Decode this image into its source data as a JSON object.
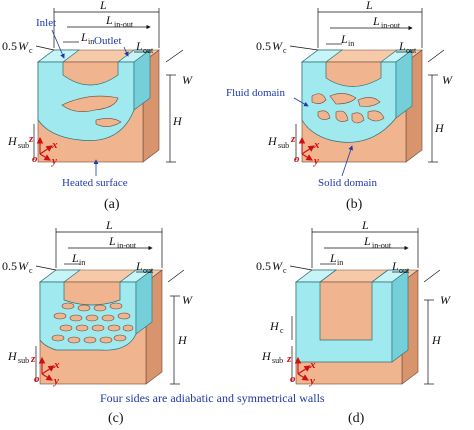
{
  "panels": {
    "a": {
      "label": "(a)",
      "dims": {
        "L": "L",
        "L_in_out": "L",
        "L_in_out_sub": "in-out",
        "L_in": "L",
        "L_in_sub": "in",
        "L_out": "L",
        "L_out_sub": "out",
        "W": "W",
        "H": "H",
        "Wc_pre": "0.5",
        "Wc": "W",
        "Wc_sub": "c",
        "Hsub": "H",
        "Hsub_sub": "sub"
      },
      "notes": {
        "inlet": "Inlet",
        "outlet": "Outlet",
        "heated": "Heated surface"
      }
    },
    "b": {
      "label": "(b)",
      "dims": {
        "L": "L",
        "L_in_out": "L",
        "L_in_out_sub": "in-out",
        "L_in": "L",
        "L_in_sub": "in",
        "L_out": "L",
        "L_out_sub": "out",
        "W": "W",
        "H": "H",
        "Wc_pre": "0.5",
        "Wc": "W",
        "Wc_sub": "c",
        "Hsub": "H",
        "Hsub_sub": "sub"
      },
      "notes": {
        "fluid": "Fluid domain",
        "solid": "Solid domain"
      }
    },
    "c": {
      "label": "(c)",
      "dims": {
        "L": "L",
        "L_in_out": "L",
        "L_in_out_sub": "in-out",
        "L_in": "L",
        "L_in_sub": "in",
        "L_out": "L",
        "L_out_sub": "out",
        "W": "W",
        "H": "H",
        "Wc_pre": "0.5",
        "Wc": "W",
        "Wc_sub": "c",
        "Hsub": "H",
        "Hsub_sub": "sub"
      }
    },
    "d": {
      "label": "(d)",
      "dims": {
        "L": "L",
        "L_in_out": "L",
        "L_in_out_sub": "in-out",
        "L_in": "L",
        "L_in_sub": "in",
        "L_out": "L",
        "L_out_sub": "out",
        "W": "W",
        "H": "H",
        "Wc_pre": "0.5",
        "Wc": "W",
        "Wc_sub": "c",
        "Hc": "H",
        "Hc_sub": "c",
        "Hsub": "H",
        "Hsub_sub": "sub"
      }
    }
  },
  "axes": {
    "x": "x",
    "y": "y",
    "z": "z",
    "o": "o"
  },
  "caption": "Four sides are adiabatic and symmetrical walls",
  "colors": {
    "solid": "#f0b48e",
    "fluid": "#9fe9ef",
    "note": "#1e3aa8",
    "axis": "#d01010"
  }
}
